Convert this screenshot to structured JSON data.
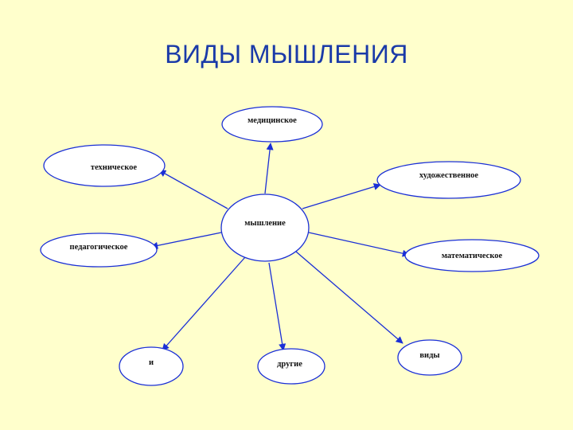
{
  "slide": {
    "title": "ВИДЫ МЫШЛЕНИЯ"
  },
  "diagram": {
    "center": {
      "label": "мышление"
    },
    "nodes": [
      {
        "id": "medical",
        "label": "медицинское"
      },
      {
        "id": "technical",
        "label": "техническое"
      },
      {
        "id": "artistic",
        "label": "художественное"
      },
      {
        "id": "pedagogical",
        "label": "педагогическое"
      },
      {
        "id": "mathematical",
        "label": "математическое"
      },
      {
        "id": "and",
        "label": "и"
      },
      {
        "id": "other",
        "label": "другие"
      },
      {
        "id": "types",
        "label": "виды"
      }
    ],
    "colors": {
      "line": "#1a2fd6",
      "title": "#1a3aa8",
      "background": "#ffffcc"
    }
  }
}
